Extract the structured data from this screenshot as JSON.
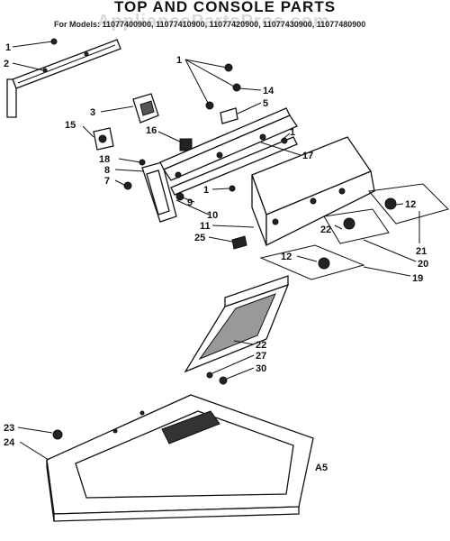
{
  "title": "TOP AND CONSOLE PARTS",
  "models_line": "For Models: 11077400900, 11077410900, 11077420900, 11077430900, 11077480900",
  "watermark": "AppliancePartsPros.com",
  "corner_code": "A5",
  "callouts": [
    "1",
    "2",
    "1",
    "14",
    "5",
    "3",
    "15",
    "16",
    "1",
    "17",
    "18",
    "8",
    "7",
    "1",
    "9",
    "10",
    "11",
    "25",
    "12",
    "22",
    "21",
    "12",
    "20",
    "19",
    "22",
    "27",
    "30",
    "23",
    "24"
  ]
}
